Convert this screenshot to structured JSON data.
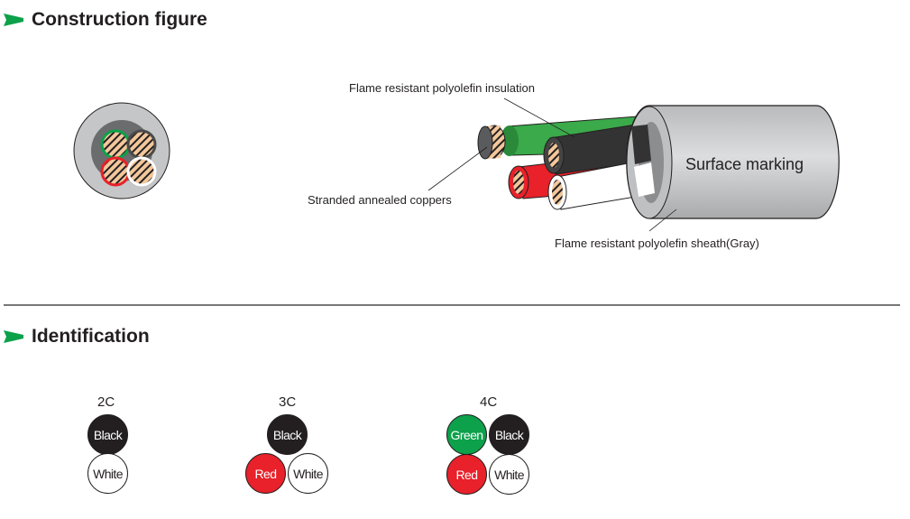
{
  "sections": {
    "construction": {
      "title": "Construction figure",
      "icon": "green-chevron-icon"
    },
    "identification": {
      "title": "Identification",
      "icon": "green-chevron-icon"
    }
  },
  "figure": {
    "labels": {
      "insulation": "Flame resistant polyolefin insulation",
      "conductor": "Stranded annealed coppers",
      "sheath": "Flame resistant polyolefin sheath(Gray)",
      "marking": "Surface marking"
    }
  },
  "identification": [
    {
      "name": "2C",
      "cores": [
        {
          "label": "Black",
          "color": "#231f20"
        },
        {
          "label": "White",
          "color": "#ffffff"
        }
      ]
    },
    {
      "name": "3C",
      "cores": [
        {
          "label": "Black",
          "color": "#231f20"
        },
        {
          "label": "Red",
          "color": "#e8212a"
        },
        {
          "label": "White",
          "color": "#ffffff"
        }
      ]
    },
    {
      "name": "4C",
      "cores": [
        {
          "label": "Green",
          "color": "#0ca14a"
        },
        {
          "label": "Black",
          "color": "#231f20"
        },
        {
          "label": "Red",
          "color": "#e8212a"
        },
        {
          "label": "White",
          "color": "#ffffff"
        }
      ]
    }
  ],
  "colors": {
    "accent": "#0ca14a",
    "sheath": "#c5c6c8",
    "copper": "#f3c79b"
  }
}
